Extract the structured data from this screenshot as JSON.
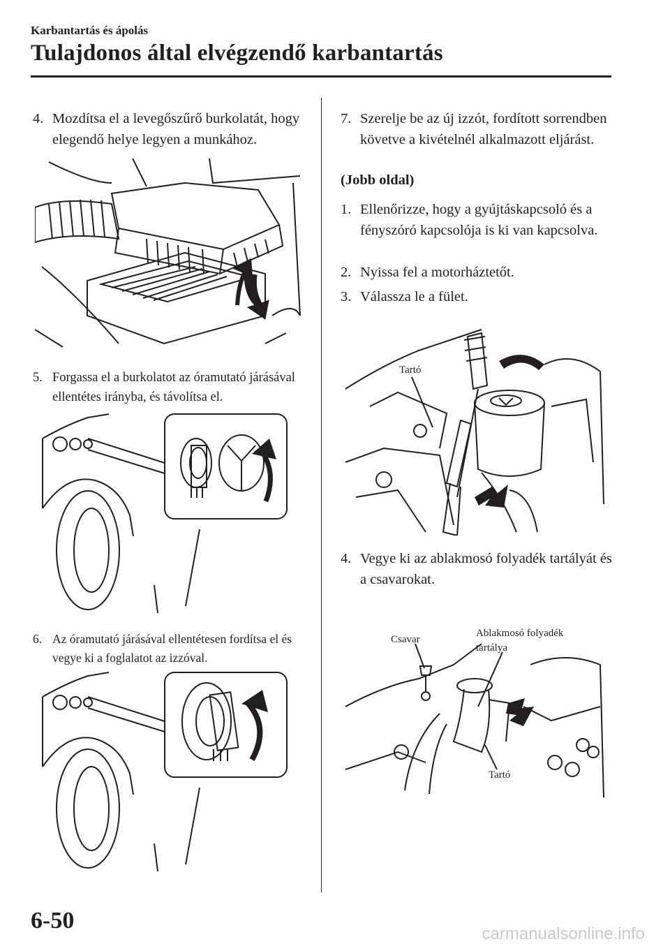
{
  "header": {
    "section": "Karbantartás és ápolás",
    "title": "Tulajdonos által elvégzendő karbantartás"
  },
  "left": {
    "step4": {
      "num": "4.",
      "text": "Mozdítsa el a levegőszűrő burkolatát, hogy elegendő helye legyen a munkához."
    },
    "step5": {
      "num": "5.",
      "text": "Forgassa el a burkolatot az óramutató járásával ellentétes irányba, és távolítsa el."
    },
    "step6": {
      "num": "6.",
      "text": "Az óramutató járásával ellentétesen fordítsa el és vegye ki a foglalatot az izzóval."
    }
  },
  "right": {
    "step7": {
      "num": "7.",
      "text": "Szerelje be az új izzót, fordított sorrendben követve a kivételnél alkalmazott eljárást."
    },
    "subheading": "(Jobb oldal)",
    "r1": {
      "num": "1.",
      "text": "Ellenőrizze, hogy a gyújtáskapcsoló és a fényszóró kapcsolója is ki van kapcsolva."
    },
    "r2": {
      "num": "2.",
      "text": "Nyissa fel a motorháztetőt."
    },
    "r3": {
      "num": "3.",
      "text": "Válassza le a fület."
    },
    "fig3_label": "Tartó",
    "r4": {
      "num": "4.",
      "text": "Vegye ki az ablakmosó folyadék tartályát és a csavarokat."
    },
    "fig4_labels": {
      "screw": "Csavar",
      "tank_line1": "Ablakmosó folyadék",
      "tank_line2": "tartálya",
      "holder": "Tartó"
    }
  },
  "footer": {
    "page": "6-50",
    "watermark": "carmanualsonline.info"
  }
}
